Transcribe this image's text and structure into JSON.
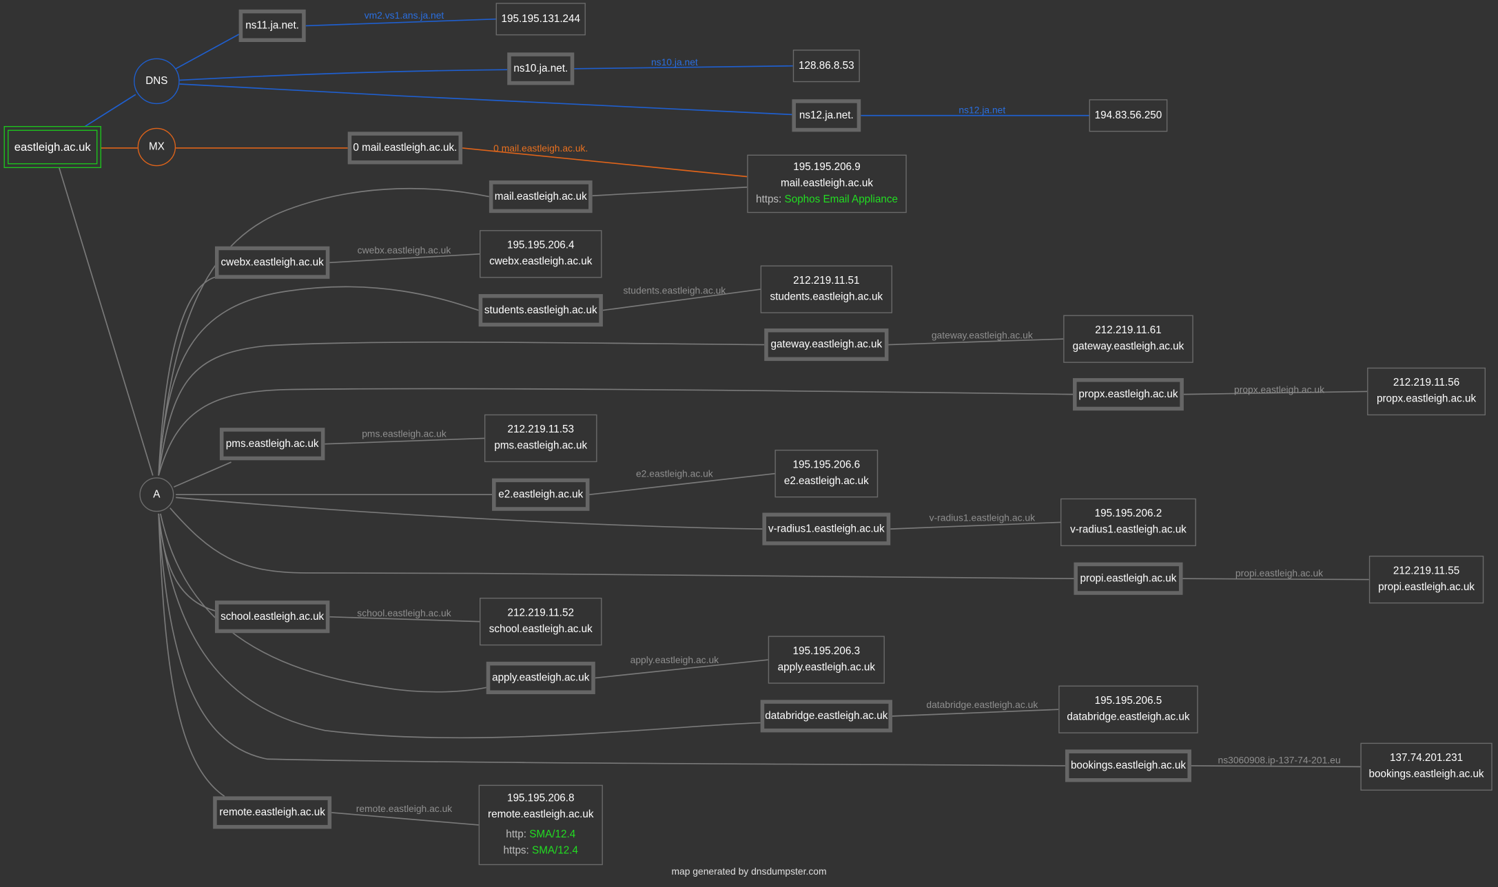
{
  "colors": {
    "dns": "#1f5fcf",
    "dns_label": "#2a6fe0",
    "mx": "#e0641a",
    "mx_label": "#e8701f",
    "a": "#7a7a7a",
    "a_label": "#8f8f8f",
    "banner": "#22dd22",
    "root_border": "#1ec41e"
  },
  "root": {
    "label": "eastleigh.ac.uk"
  },
  "types": {
    "dns": "DNS",
    "mx": "MX",
    "a": "A"
  },
  "dns": [
    {
      "host": "ns11.ja.net.",
      "edge_label": "vm2.vs1.ans.ja.net",
      "ip": "195.195.131.244"
    },
    {
      "host": "ns10.ja.net.",
      "edge_label": "ns10.ja.net",
      "ip": "128.86.8.53"
    },
    {
      "host": "ns12.ja.net.",
      "edge_label": "ns12.ja.net",
      "ip": "194.83.56.250"
    }
  ],
  "mx": [
    {
      "host": "0 mail.eastleigh.ac.uk.",
      "edge_label": "0 mail.eastleigh.ac.uk."
    }
  ],
  "mail_ip": {
    "ip": "195.195.206.9",
    "reverse": "mail.eastleigh.ac.uk",
    "banner_label": "https:",
    "banner_value": "Sophos Email Appliance"
  },
  "a_records": [
    {
      "host": "mail.eastleigh.ac.uk"
    },
    {
      "host": "cwebx.eastleigh.ac.uk",
      "edge_label": "cwebx.eastleigh.ac.uk",
      "ip": "195.195.206.4",
      "reverse": "cwebx.eastleigh.ac.uk"
    },
    {
      "host": "students.eastleigh.ac.uk",
      "edge_label": "students.eastleigh.ac.uk",
      "ip": "212.219.11.51",
      "reverse": "students.eastleigh.ac.uk"
    },
    {
      "host": "gateway.eastleigh.ac.uk",
      "edge_label": "gateway.eastleigh.ac.uk",
      "ip": "212.219.11.61",
      "reverse": "gateway.eastleigh.ac.uk"
    },
    {
      "host": "propx.eastleigh.ac.uk",
      "edge_label": "propx.eastleigh.ac.uk",
      "ip": "212.219.11.56",
      "reverse": "propx.eastleigh.ac.uk"
    },
    {
      "host": "pms.eastleigh.ac.uk",
      "edge_label": "pms.eastleigh.ac.uk",
      "ip": "212.219.11.53",
      "reverse": "pms.eastleigh.ac.uk"
    },
    {
      "host": "e2.eastleigh.ac.uk",
      "edge_label": "e2.eastleigh.ac.uk",
      "ip": "195.195.206.6",
      "reverse": "e2.eastleigh.ac.uk"
    },
    {
      "host": "v-radius1.eastleigh.ac.uk",
      "edge_label": "v-radius1.eastleigh.ac.uk",
      "ip": "195.195.206.2",
      "reverse": "v-radius1.eastleigh.ac.uk"
    },
    {
      "host": "propi.eastleigh.ac.uk",
      "edge_label": "propi.eastleigh.ac.uk",
      "ip": "212.219.11.55",
      "reverse": "propi.eastleigh.ac.uk"
    },
    {
      "host": "school.eastleigh.ac.uk",
      "edge_label": "school.eastleigh.ac.uk",
      "ip": "212.219.11.52",
      "reverse": "school.eastleigh.ac.uk"
    },
    {
      "host": "apply.eastleigh.ac.uk",
      "edge_label": "apply.eastleigh.ac.uk",
      "ip": "195.195.206.3",
      "reverse": "apply.eastleigh.ac.uk"
    },
    {
      "host": "databridge.eastleigh.ac.uk",
      "edge_label": "databridge.eastleigh.ac.uk",
      "ip": "195.195.206.5",
      "reverse": "databridge.eastleigh.ac.uk"
    },
    {
      "host": "bookings.eastleigh.ac.uk",
      "edge_label": "ns3060908.ip-137-74-201.eu",
      "ip": "137.74.201.231",
      "reverse": "bookings.eastleigh.ac.uk"
    },
    {
      "host": "remote.eastleigh.ac.uk",
      "edge_label": "remote.eastleigh.ac.uk",
      "ip": "195.195.206.8",
      "reverse": "remote.eastleigh.ac.uk",
      "banners": [
        {
          "label": "http:",
          "value": "SMA/12.4"
        },
        {
          "label": "https:",
          "value": "SMA/12.4"
        }
      ]
    }
  ],
  "footer": "map generated by dnsdumpster.com"
}
